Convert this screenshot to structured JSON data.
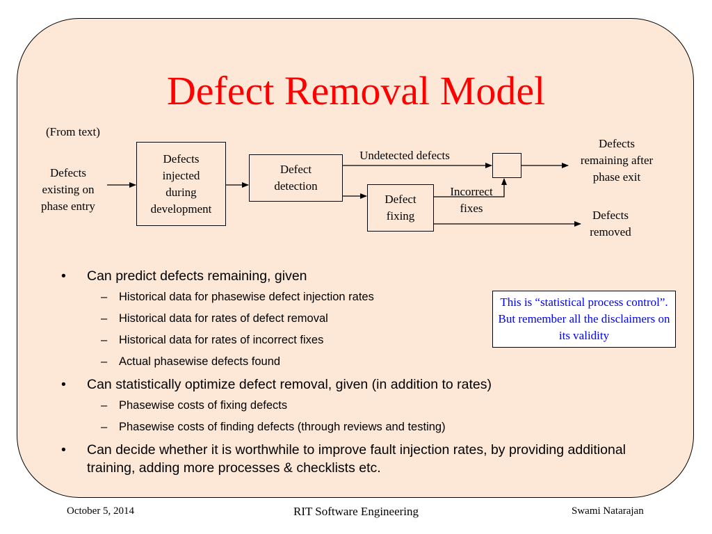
{
  "slide": {
    "title": "Defect Removal Model",
    "source_note": "(From text)"
  },
  "diagram": {
    "entry_label": [
      "Defects",
      "existing on",
      "phase entry"
    ],
    "injected_box": [
      "Defects",
      "injected",
      "during",
      "development"
    ],
    "detection_box": [
      "Defect",
      "detection"
    ],
    "fixing_box": [
      "Defect",
      "fixing"
    ],
    "undetected_label": "Undetected defects",
    "incorrect_label": [
      "Incorrect",
      "fixes"
    ],
    "remaining_label": [
      "Defects",
      "remaining after",
      "phase exit"
    ],
    "removed_label": [
      "Defects",
      "removed"
    ]
  },
  "bullets": [
    {
      "text": "Can predict defects remaining, given",
      "sub": [
        "Historical data for phasewise defect injection rates",
        "Historical data for rates of defect removal",
        "Historical data for rates of incorrect fixes",
        "Actual phasewise defects found"
      ]
    },
    {
      "text": "Can statistically optimize defect removal, given (in addition to rates)",
      "sub": [
        "Phasewise costs of fixing defects",
        "Phasewise costs of finding defects (through reviews and testing)"
      ]
    },
    {
      "text": "Can decide whether it is worthwhile to improve fault injection rates, by providing additional training, adding more processes & checklists etc.",
      "sub": []
    }
  ],
  "note": "This is “statistical process control”.  But remember all the disclaimers on its validity",
  "footer": {
    "date": "October 5, 2014",
    "center": "RIT Software Engineering",
    "author": "Swami Natarajan"
  },
  "colors": {
    "title": "#ff0000",
    "background": "#fde8d8",
    "note_text": "#0000ff"
  }
}
